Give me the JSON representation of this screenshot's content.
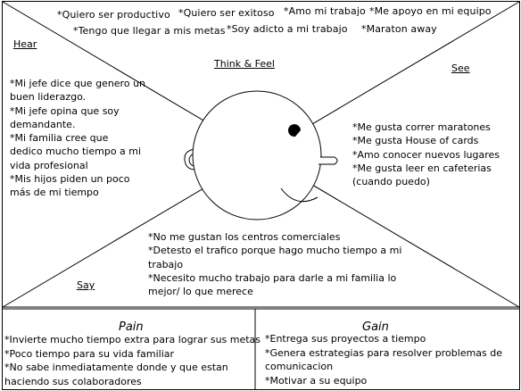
{
  "think_feel": {
    "label": "Think & Feel",
    "items": [
      "*Quiero ser productivo",
      "*Quiero ser exitoso",
      "*Amo mi trabajo",
      "*Me apoyo en mi equipo",
      "*Tengo que llegar a mis metas",
      "*Soy adicto a mi trabajo",
      "*Maraton away"
    ]
  },
  "hear": {
    "label": "Hear",
    "lines": [
      "*Mi jefe dice que genero un",
      "buen liderazgo.",
      "*Mi jefe opina que soy",
      "demandante.",
      "*Mi familia cree que",
      "dedico mucho tiempo a mi",
      "vida profesional",
      "*Mis hijos piden un poco",
      "más de mi tiempo"
    ]
  },
  "see": {
    "label": "See",
    "lines": [
      "*Me gusta correr maratones",
      "*Me gusta House of cards",
      "*Amo conocer nuevos lugares",
      "*Me gusta leer en cafeterias",
      "(cuando puedo)"
    ]
  },
  "say": {
    "label": "Say",
    "lines": [
      "*No me gustan los centros comerciales",
      "*Detesto el trafico porque hago mucho tiempo a mi",
      "trabajo",
      "*Necesito mucho trabajo para darle a mi familia lo",
      "mejor/ lo que merece"
    ]
  },
  "pain": {
    "title": "Pain",
    "lines": [
      "*Invierte mucho tiempo extra para lograr sus metas",
      "*Poco tiempo para su vida familiar",
      "*No sabe inmediatamente donde y que estan",
      "haciendo sus colaboradores"
    ]
  },
  "gain": {
    "title": "Gain",
    "lines": [
      "*Entrega sus proyectos a tiempo",
      "*Genera estrategias para resolver problemas de",
      "comunicacion",
      "*Motivar a su equipo"
    ]
  }
}
